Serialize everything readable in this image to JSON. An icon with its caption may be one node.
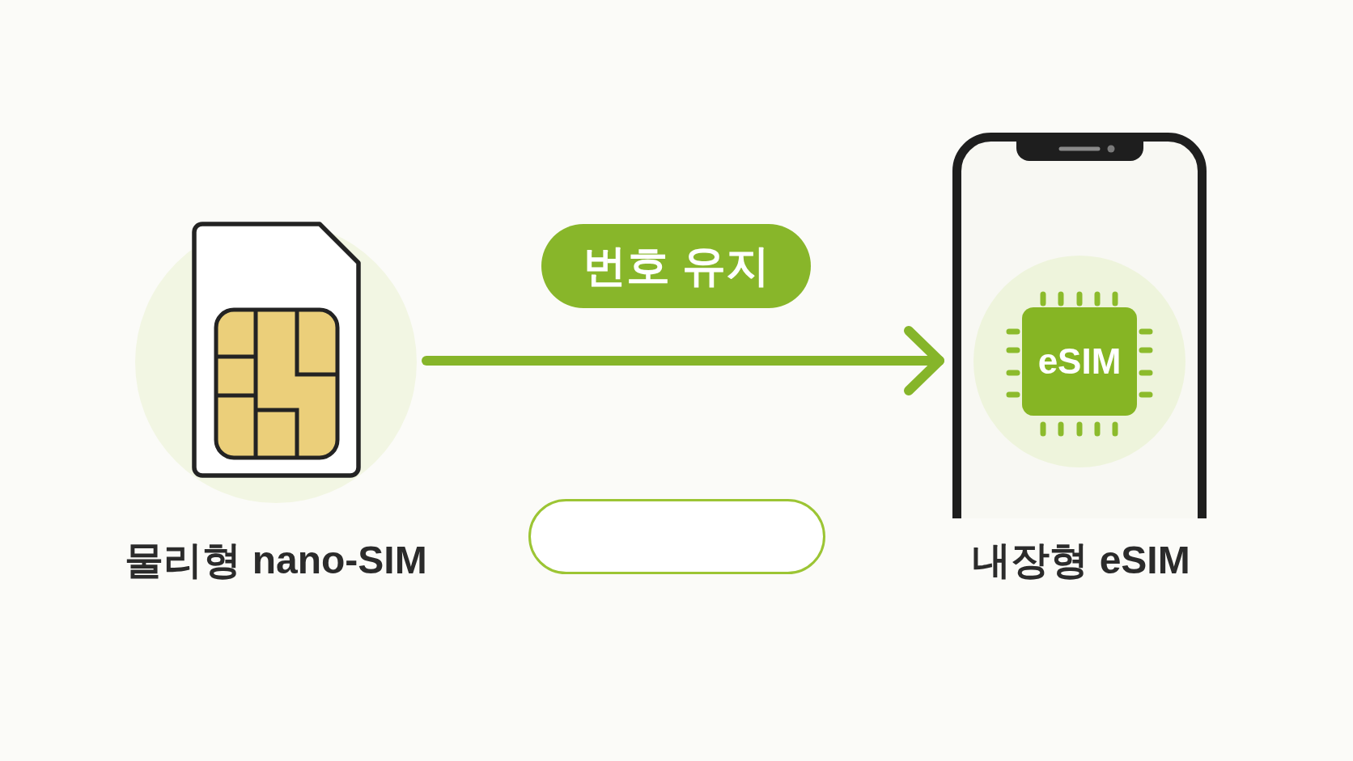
{
  "diagram": {
    "nodes": [
      {
        "text": [],
        "shape": "picture",
        "beside": [
          "물리형 nano-SIM"
        ]
      },
      {
        "text": [
          "번호 유지"
        ]
      },
      {
        "text": [],
        "shape": "box"
      },
      {
        "text": [],
        "shape": "picture",
        "beside": [
          "내장형 eSIM"
        ]
      },
      {
        "text": [
          "eSIM"
        ],
        "in": 3
      }
    ],
    "edges": [
      {
        "from": 0,
        "to": 3,
        "arrow": "to"
      }
    ]
  }
}
